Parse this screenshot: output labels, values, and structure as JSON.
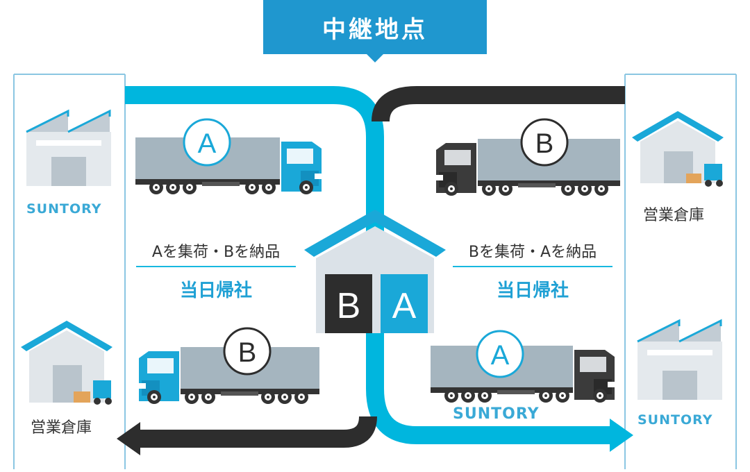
{
  "title": "中継地点",
  "left_route": {
    "line1": "Aを集荷・Bを納品",
    "line2": "当日帰社"
  },
  "right_route": {
    "line1": "Bを集荷・Aを納品",
    "line2": "当日帰社"
  },
  "relay_warehouse": {
    "door_left": "B",
    "door_right": "A"
  },
  "trucks": {
    "left_top_badge": "A",
    "right_top_badge": "B",
    "left_bottom_badge": "B",
    "right_bottom_badge": "A"
  },
  "brand_text": "SUNTORY",
  "business_warehouse_label": "営業倉庫",
  "colors": {
    "accent_blue": "#1f97cf",
    "route_cyan": "#00b6de",
    "dark_route": "#2d2d2d",
    "trailer_gray": "#a5b5bf",
    "building_gray": "#d9dee3"
  }
}
